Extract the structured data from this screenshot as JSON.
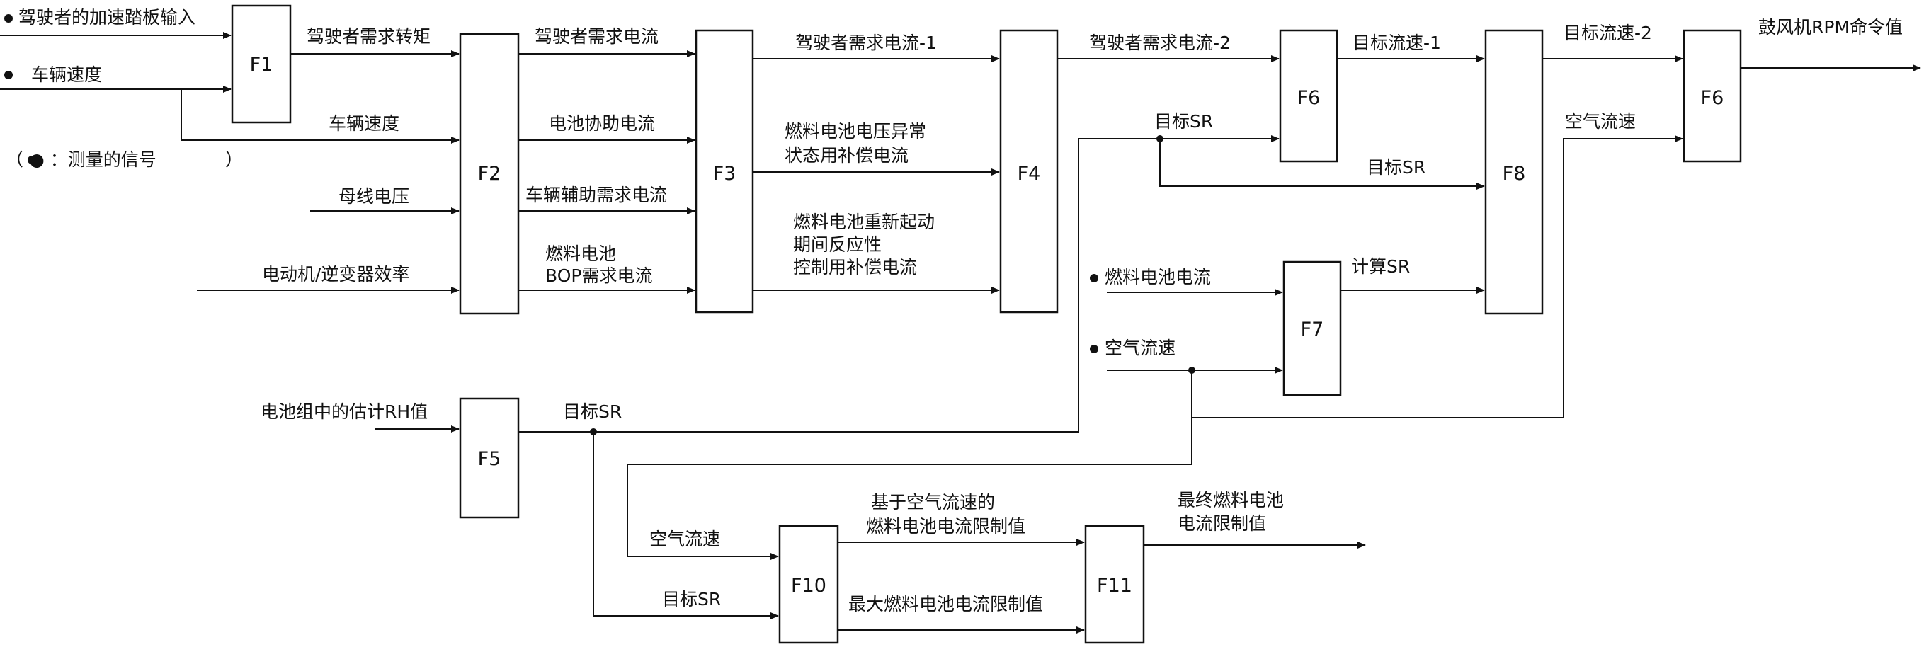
{
  "blocks": {
    "f1": "F1",
    "f2": "F2",
    "f3": "F3",
    "f4": "F4",
    "f5": "F5",
    "f6a": "F6",
    "f6b": "F6",
    "f7": "F7",
    "f8": "F8",
    "f10": "F10",
    "f11": "F11"
  },
  "inputs": {
    "pedal": "驾驶者的加速踏板输入",
    "vehicle_speed": "车辆速度",
    "legend": "（ ● ：测量的信号",
    "legend_close": "）",
    "bus_voltage": "母线电压",
    "motor_eff": "电动机/逆变器效率",
    "battery_rh": "电池组中的估计RH值",
    "fc_current": "燃料电池电流",
    "air_flow_in": "空气流速"
  },
  "signals": {
    "driver_torque": "驾驶者需求转矩",
    "vehicle_speed_2": "车辆速度",
    "driver_current": "驾驶者需求电流",
    "battery_assist": "电池协助电流",
    "vehicle_aux": "车辆辅助需求电流",
    "bop_1": "燃料电池",
    "bop_2": "BOP需求电流",
    "driver_current_1": "驾驶者需求电流-1",
    "fc_abnormal_1": "燃料电池电压异常",
    "fc_abnormal_2": "状态用补偿电流",
    "fc_restart_1": "燃料电池重新起动",
    "fc_restart_2": "期间反应性",
    "fc_restart_3": "控制用补偿电流",
    "driver_current_2": "驾驶者需求电流-2",
    "target_sr_upper": "目标SR",
    "target_flow_1": "目标流速-1",
    "target_sr_f8": "目标SR",
    "calc_sr": "计算SR",
    "target_flow_2": "目标流速-2",
    "air_flow_f6": "空气流速",
    "blower_rpm": "鼓风机RPM命令值",
    "target_sr_f5": "目标SR",
    "air_flow_f10": "空气流速",
    "target_sr_f10": "目标SR",
    "air_based_1": "基于空气流速的",
    "air_based_2": "燃料电池电流限制值",
    "max_fc_limit": "最大燃料电池电流限制值",
    "final_1": "最终燃料电池",
    "final_2": "电流限制值"
  }
}
